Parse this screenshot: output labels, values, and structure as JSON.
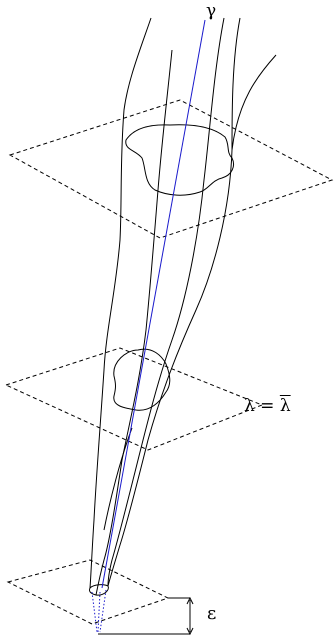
{
  "labels": {
    "gamma": "γ",
    "lambda_lhs": "λ",
    "equals": " = ",
    "lambda_rhs": "λ",
    "epsilon": "ε"
  },
  "colors": {
    "curve": "#000000",
    "axis_gamma": "#1a1acc",
    "dotted_tip": "#1a1acc",
    "plane": "#000000"
  }
}
